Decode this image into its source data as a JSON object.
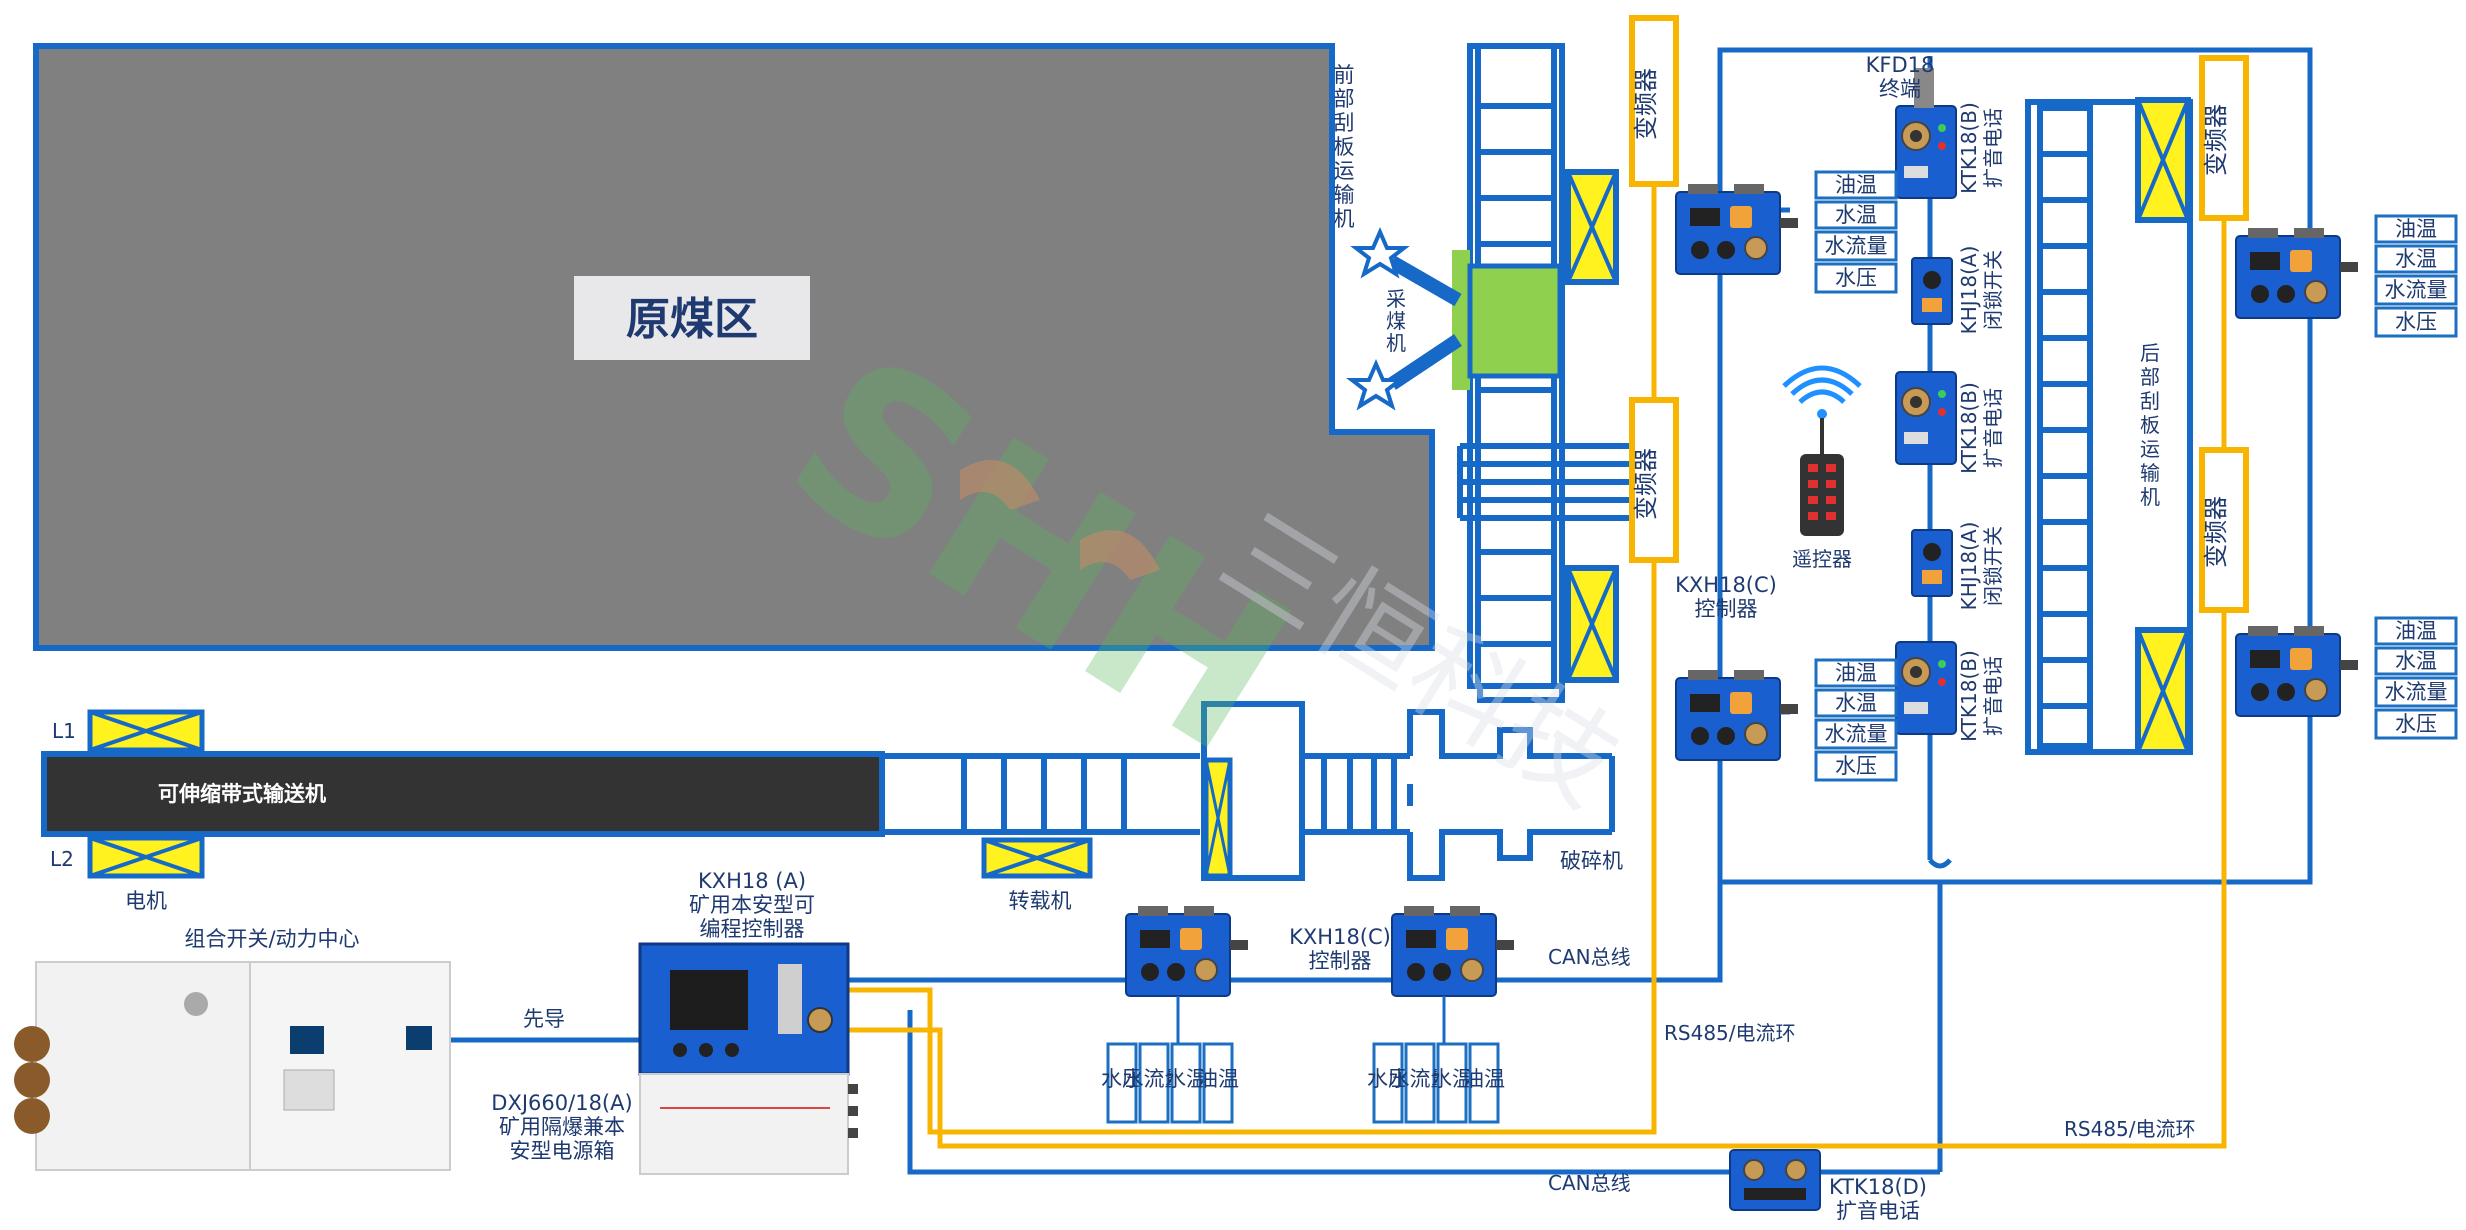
{
  "colors": {
    "blue": "#1669c7",
    "yellow": "#f7b500",
    "gray": "#808080",
    "dark": "#333333",
    "green": "#8fd14f",
    "fill_yellow": "#fff21e"
  },
  "areas": {
    "raw_coal": "原煤区",
    "front_conveyor": "前部刮板运输机",
    "shearer": "采煤机",
    "rear_conveyor": "后部刮板运输机",
    "belt_conveyor": "可伸缩带式输送机",
    "motor": "电机",
    "l1": "L1",
    "l2": "L2",
    "transfer": "转载机",
    "crusher": "破碎机"
  },
  "devices": {
    "combo_switch": "组合开关/动力中心",
    "pilot": "先导",
    "kxh18a_title": "KXH18 (A)",
    "kxh18a_line2": "矿用本安型可",
    "kxh18a_line3": "编程控制器",
    "dxj_line1": "DXJ660/18(A)",
    "dxj_line2": "矿用隔爆兼本",
    "dxj_line3": "安型电源箱",
    "kxh18c_mid_1": "KXH18(C)",
    "kxh18c_mid_2": "控制器",
    "kxh18c_right_1": "KXH18(C)",
    "kxh18c_right_2": "控制器",
    "kfd18_1": "KFD18",
    "kfd18_2": "终端",
    "ktk18b": "KTK18(B)",
    "phone": "扩音电话",
    "khj18a": "KHJ18(A)",
    "lock_switch": "闭锁开关",
    "remote": "遥控器",
    "ktk18d": "KTK18(D)",
    "inverter": "变频器"
  },
  "buses": {
    "can1": "CAN总线",
    "can2": "CAN总线",
    "rs485_1": "RS485/电流环",
    "rs485_2": "RS485/电流环"
  },
  "sensors": {
    "oil_temp": "油温",
    "water_temp": "水温",
    "water_flow": "水流量",
    "water_press": "水压"
  },
  "watermark": {
    "logo": "SHH",
    "text": "三恒科技"
  }
}
